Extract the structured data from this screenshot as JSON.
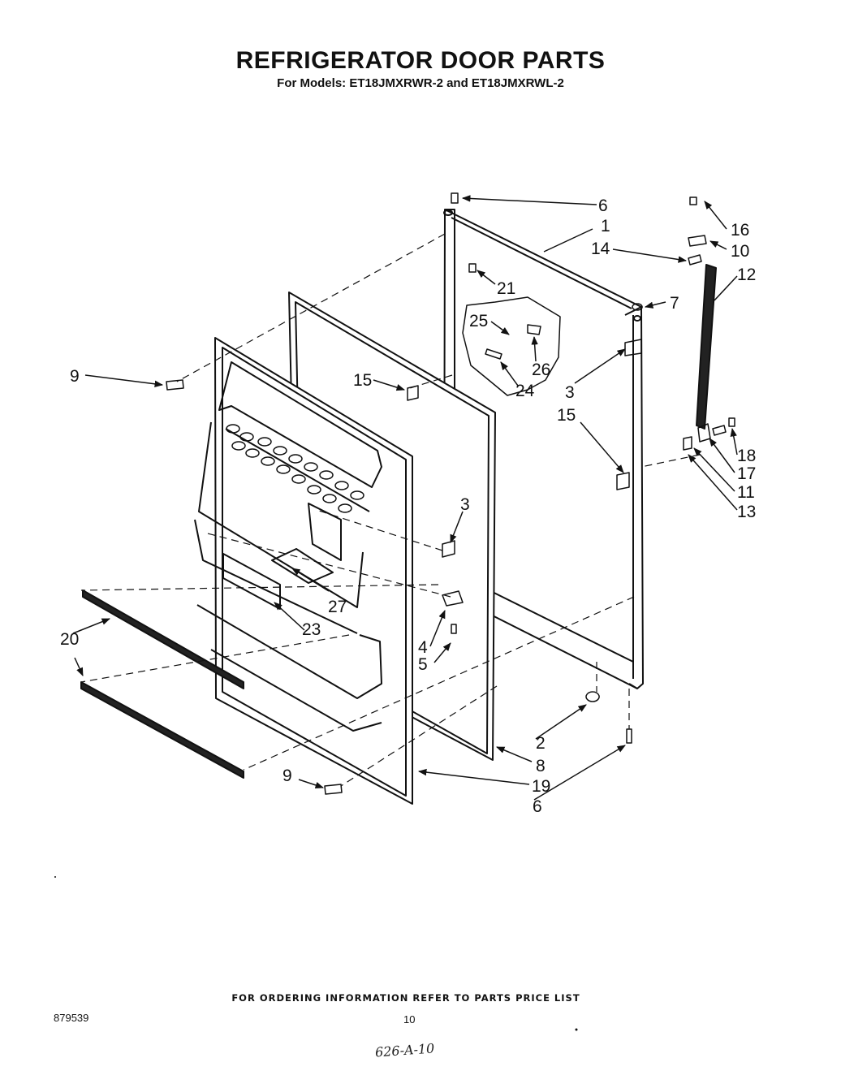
{
  "header": {
    "title": "REFRIGERATOR DOOR PARTS",
    "subtitle": "For Models: ET18JMXRWR-2 and ET18JMXRWL-2"
  },
  "callouts": {
    "c1": "1",
    "c2": "2",
    "c3a": "3",
    "c3b": "3",
    "c4": "4",
    "c5": "5",
    "c6a": "6",
    "c6b": "6",
    "c7": "7",
    "c8": "8",
    "c9a": "9",
    "c9b": "9",
    "c10": "10",
    "c11": "11",
    "c12": "12",
    "c13": "13",
    "c14": "14",
    "c15a": "15",
    "c15b": "15",
    "c16": "16",
    "c17": "17",
    "c18": "18",
    "c19": "19",
    "c20": "20",
    "c21": "21",
    "c23": "23",
    "c24": "24",
    "c25": "25",
    "c26": "26",
    "c27": "27"
  },
  "footer": {
    "note": "FOR ORDERING INFORMATION REFER TO PARTS PRICE LIST",
    "doc_number": "879539",
    "page_number": "10",
    "handwritten": "626-A-10"
  }
}
